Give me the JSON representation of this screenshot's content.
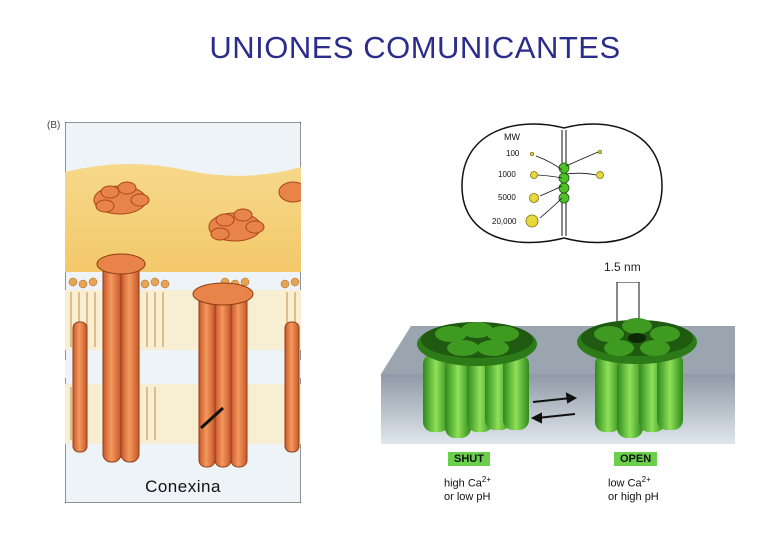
{
  "title": "UNIONES COMUNICANTES",
  "panel_label": "(B)",
  "connexin_label": "Conexina",
  "cell": {
    "mw_header": "MW",
    "mw_values": [
      "100",
      "1000",
      "5000",
      "20,000"
    ]
  },
  "gap_width": "1.5 nm",
  "states": {
    "shut": {
      "label": "SHUT",
      "cond1_prefix": "high Ca",
      "cond1_sup": "2+",
      "cond2": "or low pH"
    },
    "open": {
      "label": "OPEN",
      "cond1_prefix": "low Ca",
      "cond1_sup": "2+",
      "cond2": "or high pH"
    }
  },
  "colors": {
    "title": "#2b2d8c",
    "connexin": "#e8834a",
    "membrane_head": "#f2b66a",
    "channel_green": "#4fbf2a",
    "state_badge": "#6ad04c"
  }
}
